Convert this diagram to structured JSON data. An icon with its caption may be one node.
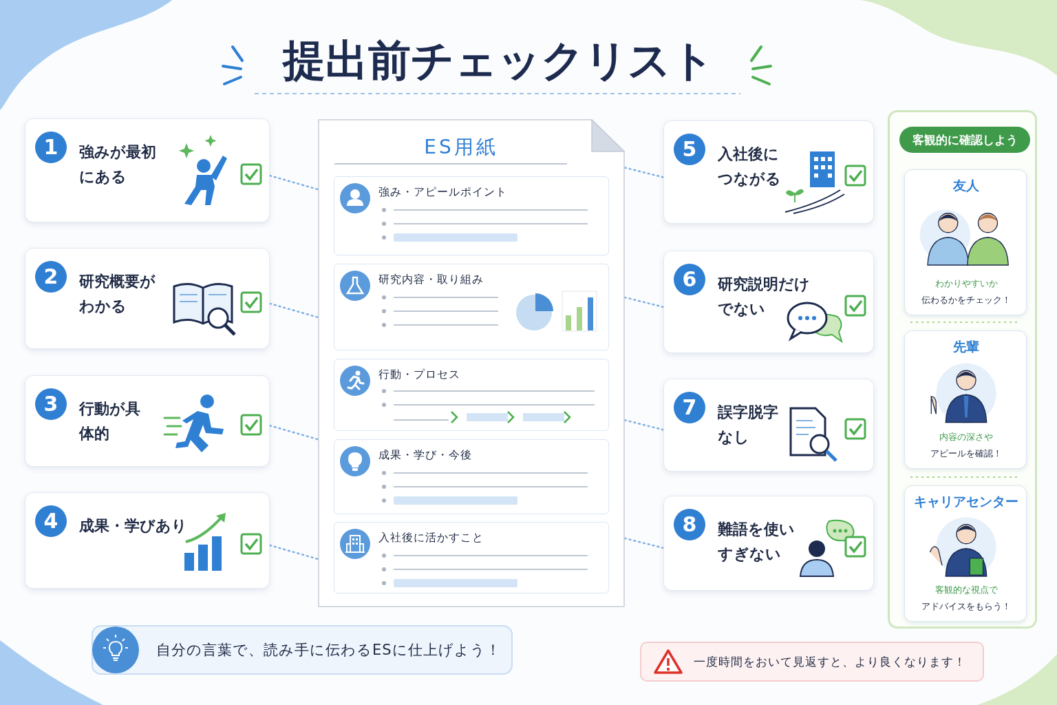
{
  "diagram": {
    "title": "提出前チェックリスト",
    "nodes": [
      {
        "text": [
          "1",
          "強みが最初にある"
        ]
      },
      {
        "text": [
          "2",
          "研究概要がわかる"
        ]
      },
      {
        "text": [
          "3",
          "行動が具体的"
        ]
      },
      {
        "text": [
          "4",
          "成果・学びあり"
        ]
      },
      {
        "text": [
          "ES用紙"
        ]
      },
      {
        "text": [
          "強み・アピールポイント"
        ],
        "in": 4
      },
      {
        "text": [
          "研究内容・取り組み"
        ],
        "in": 4
      },
      {
        "text": [
          "行動・プロセス"
        ],
        "in": 4
      },
      {
        "text": [
          "成果・学び・今後"
        ],
        "in": 4
      },
      {
        "text": [
          "入社後に活かすこと"
        ],
        "in": 4
      },
      {
        "text": [
          "5",
          "入社後につながる"
        ]
      },
      {
        "text": [
          "6",
          "研究説明だけでない"
        ]
      },
      {
        "text": [
          "7",
          "誤字脱字なし"
        ]
      },
      {
        "text": [
          "8",
          "難語を使いすぎない"
        ]
      },
      {
        "text": [
          "客観的に確認しよう"
        ]
      },
      {
        "text": [
          "友人",
          "わかりやすいか",
          "伝わるかをチェック！"
        ],
        "in": 14
      },
      {
        "text": [
          "先輩",
          "内容の深さや",
          "アピールを確認！"
        ],
        "in": 14
      },
      {
        "text": [
          "キャリアセンター",
          "客観的な視点で",
          "アドバイスをもらう！"
        ],
        "in": 14
      },
      {
        "text": [
          "自分の言葉で、読み手に伝わるESに仕上げよう！"
        ]
      },
      {
        "text": [
          "一度時間をおいて見返すと、より良くなります！"
        ]
      }
    ],
    "edges": [
      {
        "from": 0,
        "to": 4,
        "arrow": "none",
        "style": "dashed"
      },
      {
        "from": 1,
        "to": 4,
        "arrow": "none",
        "style": "dashed"
      },
      {
        "from": 2,
        "to": 4,
        "arrow": "none",
        "style": "dashed"
      },
      {
        "from": 3,
        "to": 4,
        "arrow": "none",
        "style": "dashed"
      },
      {
        "from": 10,
        "to": 4,
        "arrow": "none",
        "style": "dashed"
      },
      {
        "from": 11,
        "to": 4,
        "arrow": "none",
        "style": "dashed"
      },
      {
        "from": 12,
        "to": 4,
        "arrow": "none",
        "style": "dashed"
      },
      {
        "from": 13,
        "to": 4,
        "arrow": "none",
        "style": "dashed"
      }
    ]
  }
}
